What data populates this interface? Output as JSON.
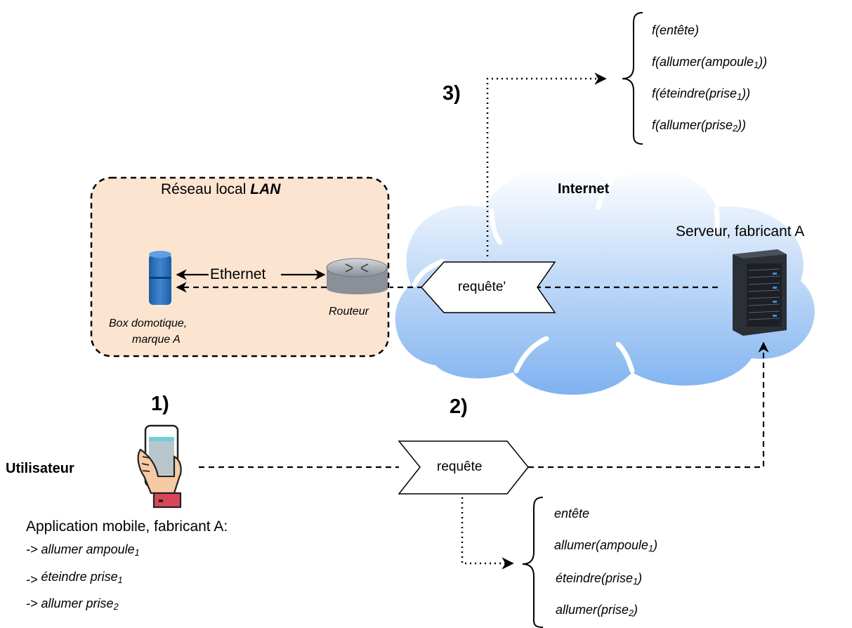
{
  "lan": {
    "title_prefix": "Réseau local ",
    "title_emph": "LAN"
  },
  "internet_label": "Internet",
  "server_label": "Serveur, fabricant A",
  "ethernet_label": "Ethernet",
  "box_label_line1": "Box domotique,",
  "box_label_line2": "marque A",
  "router_label": "Routeur",
  "request_prime_label": "requête'",
  "request_label": "requête",
  "steps": {
    "step1": "1)",
    "step2": "2)",
    "step3": "3)"
  },
  "user_label": "Utilisateur",
  "app": {
    "title": "Application mobile, fabricant A:",
    "actions": [
      {
        "arrow": "->",
        "text": "allumer ampoule",
        "sub": "1"
      },
      {
        "arrow": "->",
        "text": "éteindre prise",
        "sub": "1"
      },
      {
        "arrow": "->",
        "text": "allumer prise",
        "sub": "2"
      }
    ]
  },
  "request_contents": [
    {
      "text": "entête",
      "sub": "",
      "tail": ""
    },
    {
      "text": "allumer(ampoule",
      "sub": "1",
      "tail": ")"
    },
    {
      "text": "éteindre(prise",
      "sub": "1",
      "tail": ")"
    },
    {
      "text": "allumer(prise",
      "sub": "2",
      "tail": ")"
    }
  ],
  "encrypted_contents": [
    {
      "text": "f(entête)",
      "sub": "",
      "tail": ""
    },
    {
      "text": "f(allumer(ampoule",
      "sub": "1",
      "tail": "))"
    },
    {
      "text": "f(éteindre(prise",
      "sub": "1",
      "tail": "))"
    },
    {
      "text": "f(allumer(prise",
      "sub": "2",
      "tail": "))"
    }
  ],
  "colors": {
    "lan_fill": "#fce5d0",
    "cloud_top": "#ffffff",
    "cloud_bottom": "#7fb2f0",
    "box_blue": "#2a6db5",
    "router_gray": "#a9adb5",
    "server_dark": "#2b2f36"
  }
}
